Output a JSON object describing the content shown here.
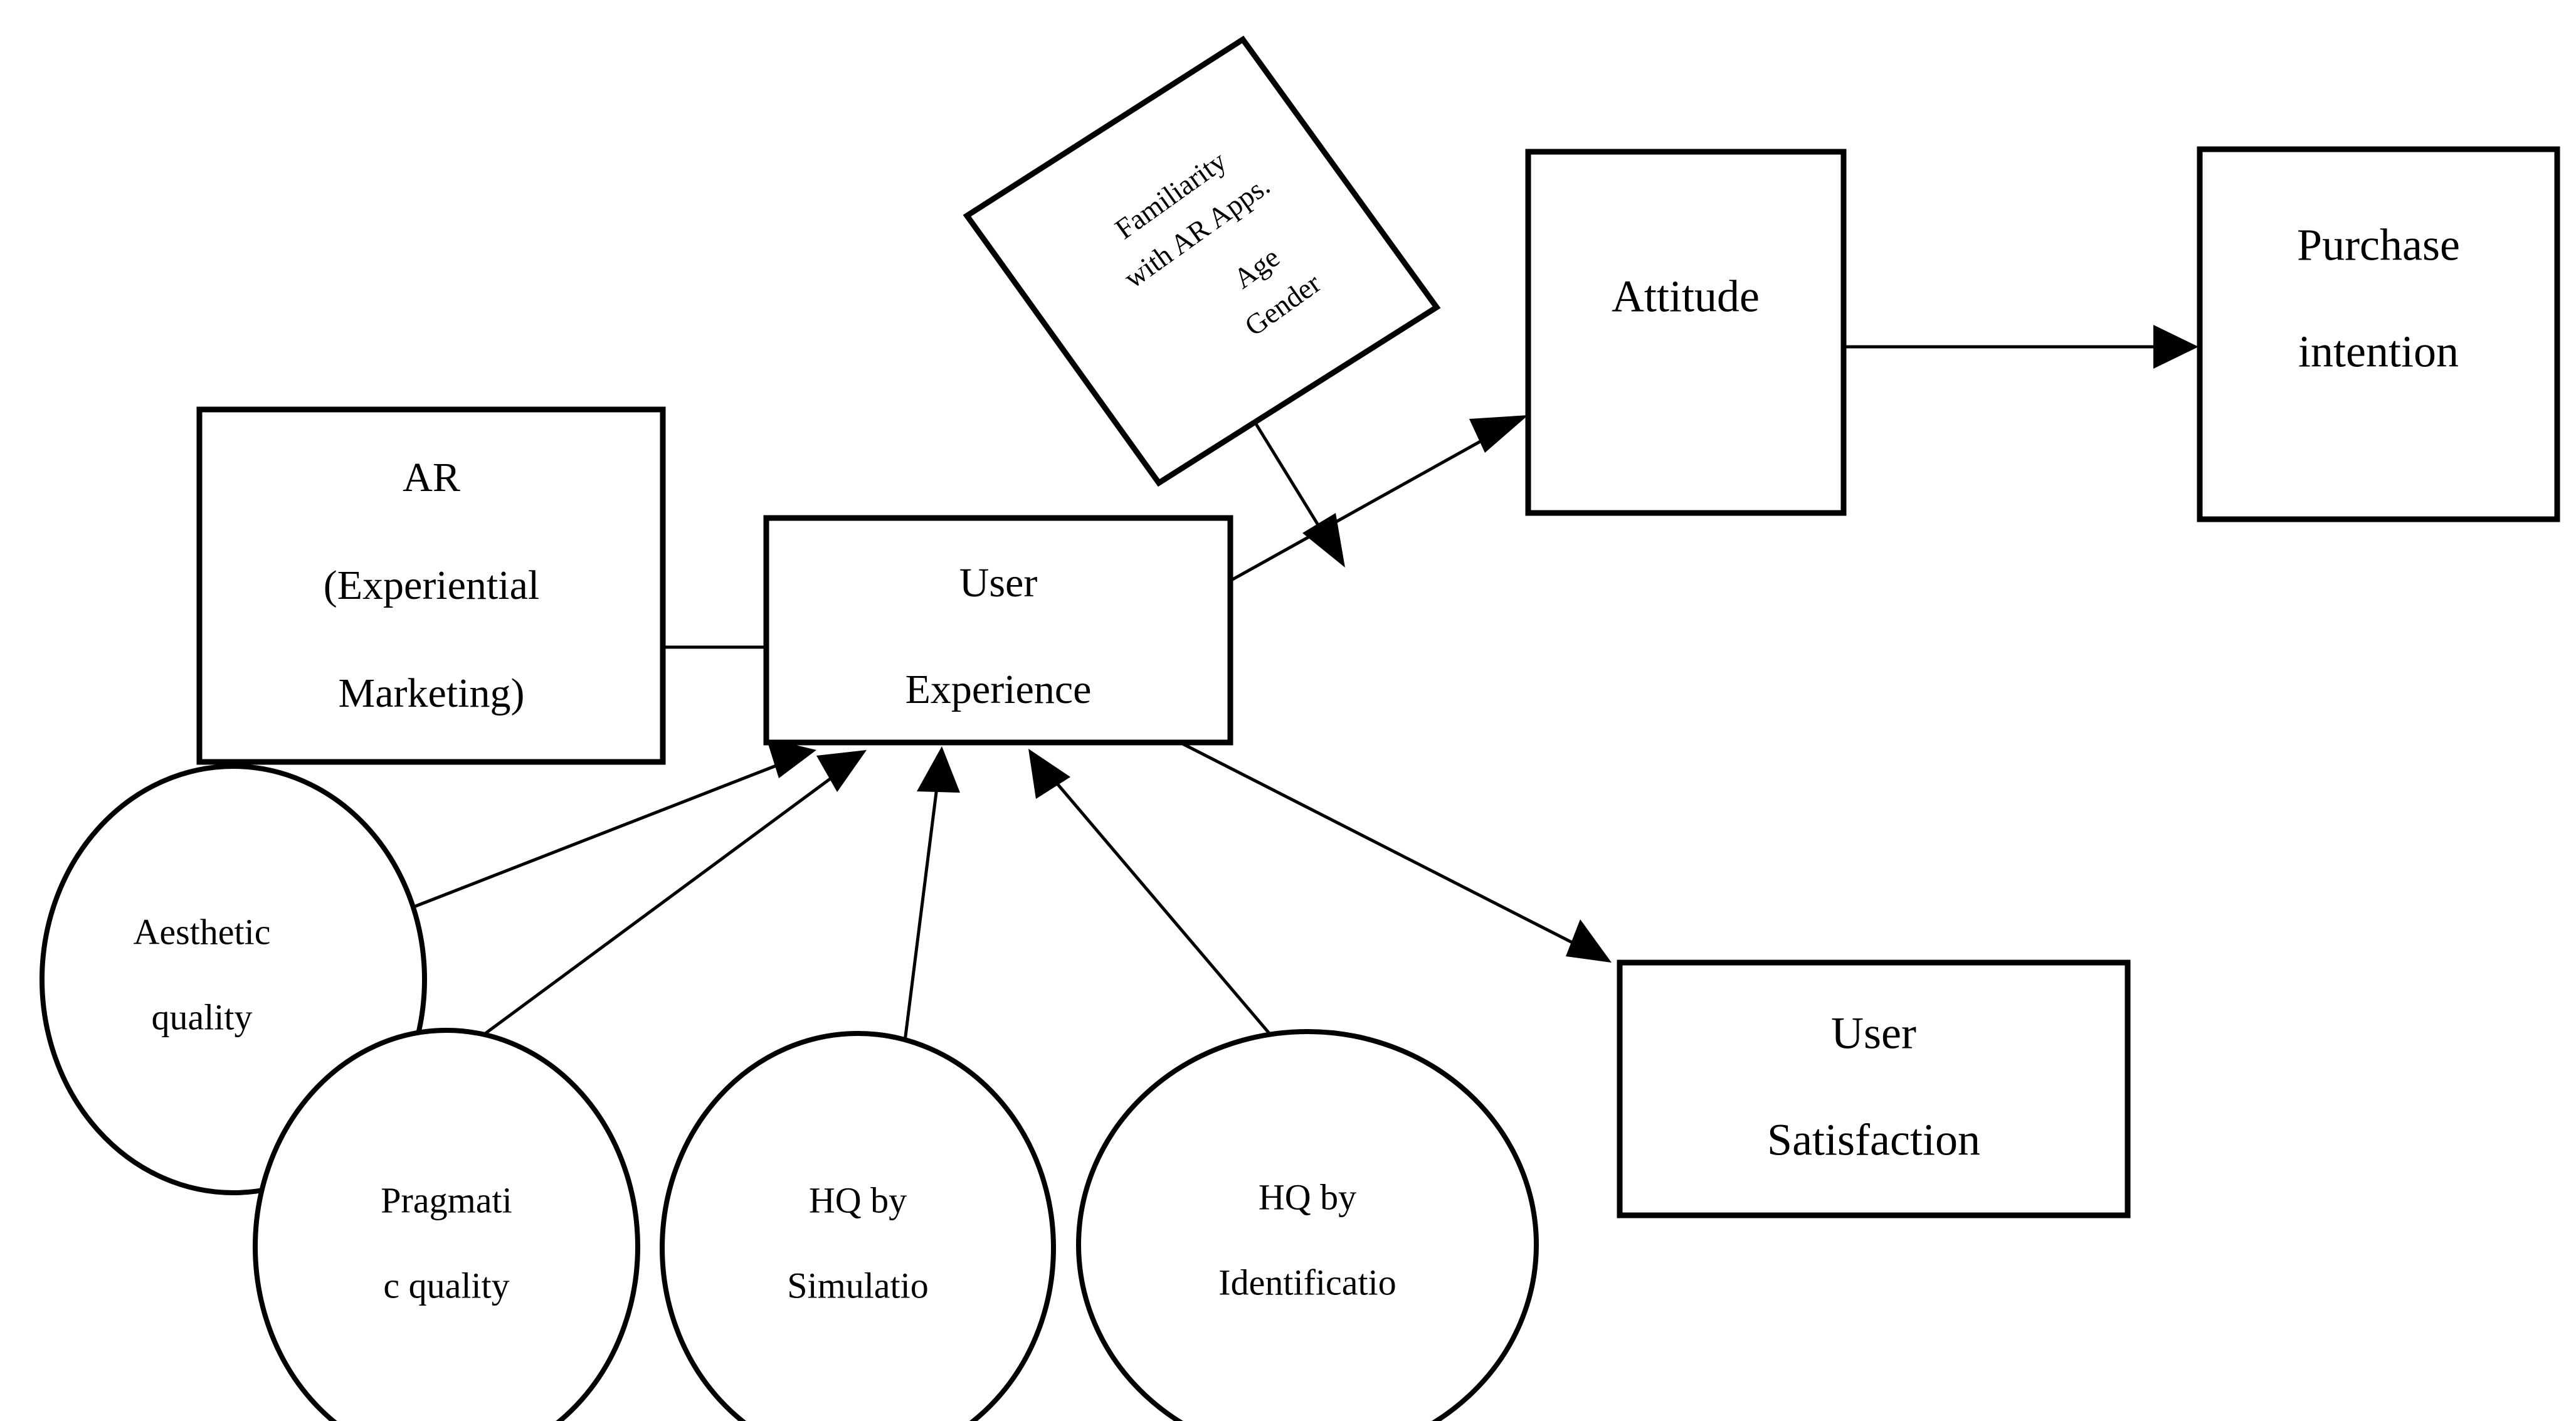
{
  "diagram": {
    "type": "conceptual-model",
    "title": "",
    "background_color": "#ffffff",
    "stroke_color": "#000000",
    "nodes": [
      {
        "id": "ar",
        "shape": "rectangle",
        "lines": [
          "AR",
          "(Experiential",
          "Marketing)"
        ]
      },
      {
        "id": "user-experience",
        "shape": "rectangle",
        "lines": [
          "User",
          "Experience"
        ]
      },
      {
        "id": "moderators",
        "shape": "diamond",
        "lines": [
          "Familiarity",
          "with AR Apps.",
          "Age",
          "Gender"
        ]
      },
      {
        "id": "attitude",
        "shape": "rectangle",
        "lines": [
          "Attitude"
        ]
      },
      {
        "id": "purchase-intention",
        "shape": "rectangle",
        "lines": [
          "Purchase",
          "intention"
        ]
      },
      {
        "id": "user-satisfaction",
        "shape": "rectangle",
        "lines": [
          "User",
          "Satisfaction"
        ]
      },
      {
        "id": "aesthetic-quality",
        "shape": "ellipse",
        "lines": [
          "Aesthetic",
          "quality"
        ]
      },
      {
        "id": "pragmatic-quality",
        "shape": "ellipse",
        "lines": [
          "Pragmati",
          "c quality"
        ]
      },
      {
        "id": "hq-by-simulation",
        "shape": "ellipse",
        "lines": [
          "HQ by",
          "Simulatio"
        ]
      },
      {
        "id": "hq-by-identification",
        "shape": "ellipse",
        "lines": [
          "HQ by",
          "Identificatio"
        ]
      }
    ],
    "edges": [
      {
        "id": "ar-to-ux",
        "from": "ar",
        "to": "user-experience",
        "arrow": false
      },
      {
        "id": "aesthetic-to-ux",
        "from": "aesthetic-quality",
        "to": "user-experience",
        "arrow": true
      },
      {
        "id": "pragmatic-to-ux",
        "from": "pragmatic-quality",
        "to": "user-experience",
        "arrow": true
      },
      {
        "id": "simulation-to-ux",
        "from": "hq-by-simulation",
        "to": "user-experience",
        "arrow": true
      },
      {
        "id": "identification-to-ux",
        "from": "hq-by-identification",
        "to": "user-experience",
        "arrow": true
      },
      {
        "id": "ux-to-attitude",
        "from": "user-experience",
        "to": "attitude",
        "arrow": true
      },
      {
        "id": "ux-to-satisfaction",
        "from": "user-experience",
        "to": "user-satisfaction",
        "arrow": true
      },
      {
        "id": "attitude-to-purchase",
        "from": "attitude",
        "to": "purchase-intention",
        "arrow": true
      },
      {
        "id": "moderators-to-ux-attitude",
        "from": "moderators",
        "to": "ux-to-attitude",
        "arrow": true
      }
    ]
  },
  "labels": {
    "ar_line1": "AR",
    "ar_line2": "(Experiential",
    "ar_line3": "Marketing)",
    "ux_line1": "User",
    "ux_line2": "Experience",
    "moder_line1": "Familiarity",
    "moder_line2": "with AR Apps.",
    "moder_line3": "Age",
    "moder_line4": "Gender",
    "attitude_line1": "Attitude",
    "purchase_line1": "Purchase",
    "purchase_line2": "intention",
    "satisfaction_line1": "User",
    "satisfaction_line2": "Satisfaction",
    "aesthetic_line1": "Aesthetic",
    "aesthetic_line2": "quality",
    "pragmatic_line1": "Pragmati",
    "pragmatic_line2": "c quality",
    "simulation_line1": "HQ by",
    "simulation_line2": "Simulatio",
    "identification_line1": "HQ by",
    "identification_line2": "Identificatio"
  }
}
